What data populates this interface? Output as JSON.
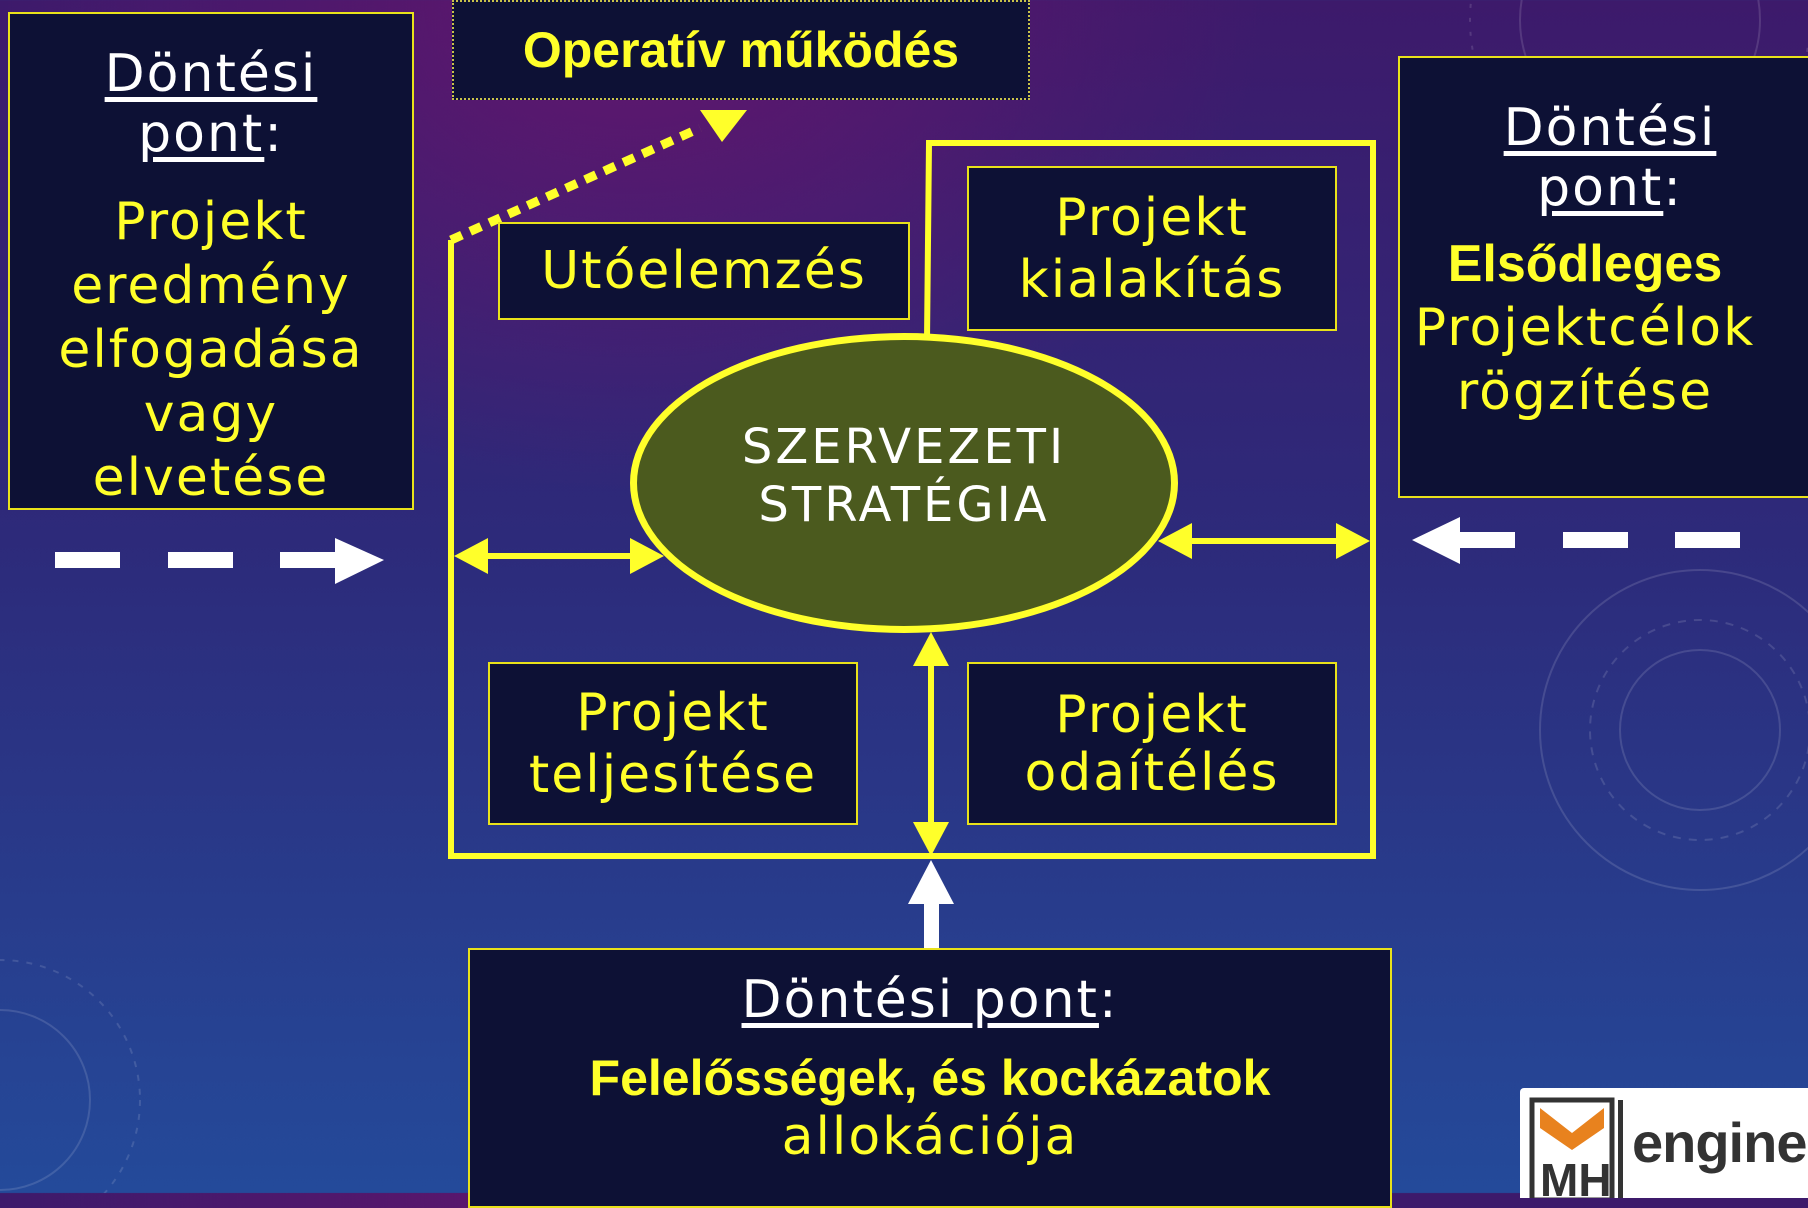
{
  "operational": "Operatív működés",
  "left_decision": {
    "heading": "Döntési pont",
    "colon": ":",
    "lines": [
      "Projekt",
      "eredmény",
      "elfogadása",
      "vagy",
      "elvetése"
    ]
  },
  "right_decision": {
    "heading": "Döntési pont",
    "colon": ":",
    "bold_line": "Elsődleges",
    "lines": [
      "Projektcélok",
      "rögzítése"
    ]
  },
  "bottom_decision": {
    "heading": "Döntési pont",
    "colon": ":",
    "bold_line": "Felelősségek, és kockázatok",
    "line": "allokációja"
  },
  "center": {
    "line1": "SZERVEZETI",
    "line2": "STRATÉGIA"
  },
  "phases": {
    "post_analysis": "Utóelemzés",
    "design": [
      "Projekt",
      "kialakítás"
    ],
    "execution": [
      "Projekt",
      "teljesítése"
    ],
    "award": [
      "Projekt",
      "odaítélés"
    ]
  },
  "logo_text": "engineer",
  "colors": {
    "accent": "#ffff2a",
    "box_fill": "#0d1135",
    "ellipse_fill": "#4b5a1e"
  }
}
